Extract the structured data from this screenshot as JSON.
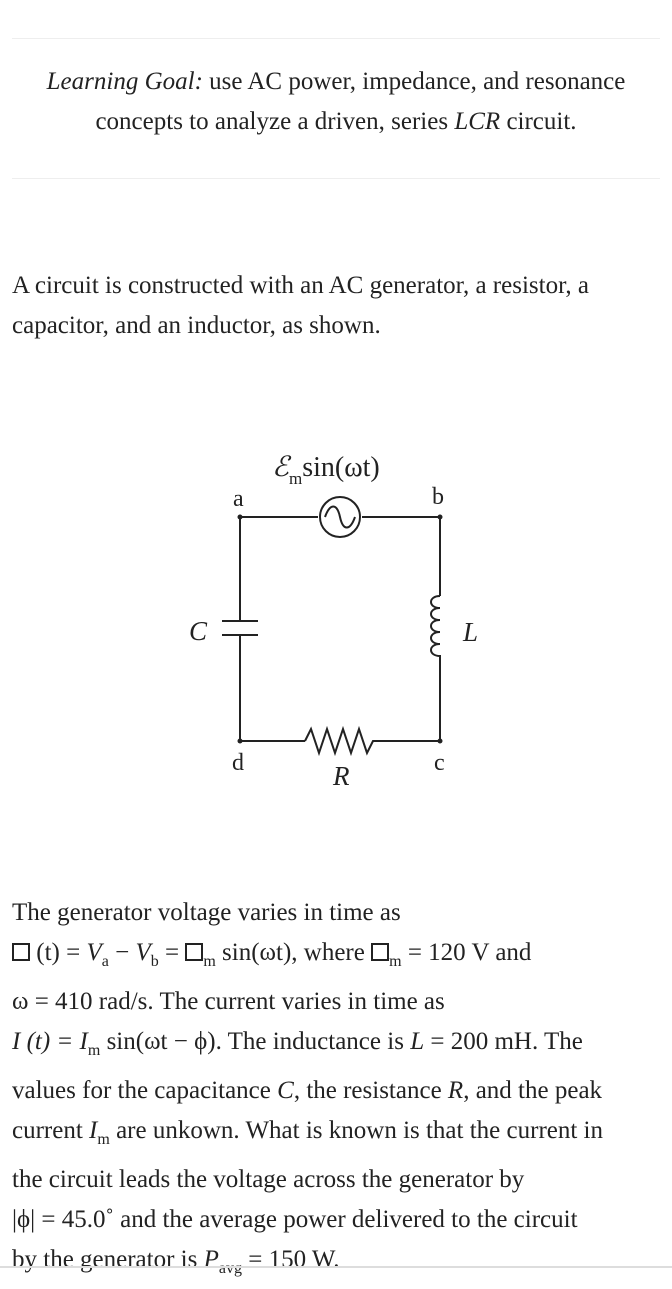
{
  "goal": {
    "label": "Learning Goal:",
    "line1_rest": " use AC power, impedance, and resonance",
    "line2_pre": "concepts to analyze a driven, series ",
    "line2_lcr": "LCR",
    "line2_post": " circuit."
  },
  "intro": {
    "line1": "A circuit is constructed with an AC generator, a resistor, a",
    "line2": "capacitor, and an inductor, as shown."
  },
  "circuit": {
    "source_label": "ℰ",
    "source_sub": "m",
    "source_func": "sin(ωt)",
    "node_a": "a",
    "node_b": "b",
    "node_c": "c",
    "node_d": "d",
    "cap_label": "C",
    "ind_label": "L",
    "res_label": "R"
  },
  "body": {
    "l1": "The generator voltage varies in time as",
    "l2_t": "(t) = ",
    "l2_va": "V",
    "l2_a": "a",
    "l2_minus": " − ",
    "l2_vb": "V",
    "l2_b": "b",
    "l2_eq": " = ",
    "l2_m": "m",
    "l2_sin": " sin(ωt), where ",
    "l2_m2": "m",
    "l2_val": " = 120 V and",
    "l3": "ω = 410 rad/s. The current varies in time as",
    "l4_a": "I (t) = ",
    "l4_I": "I",
    "l4_m": "m",
    "l4_b": " sin(ωt − ϕ). The inductance is ",
    "l4_L": "L",
    "l4_c": " = 200 mH. The",
    "l5_a": "values for the capacitance ",
    "l5_C": "C",
    "l5_b": ", the resistance ",
    "l5_R": "R",
    "l5_c": ", and the peak",
    "l6_a": "current ",
    "l6_I": "I",
    "l6_m": "m",
    "l6_b": " are unkown. What is known is that the current in",
    "l7": "the circuit leads the voltage across the generator by",
    "l8": "|ϕ| = 45.0˚ and the average power delivered to the circuit",
    "l9_a": "by the generator is ",
    "l9_P": "P",
    "l9_sub": "avg",
    "l9_b": " = 150 W."
  }
}
